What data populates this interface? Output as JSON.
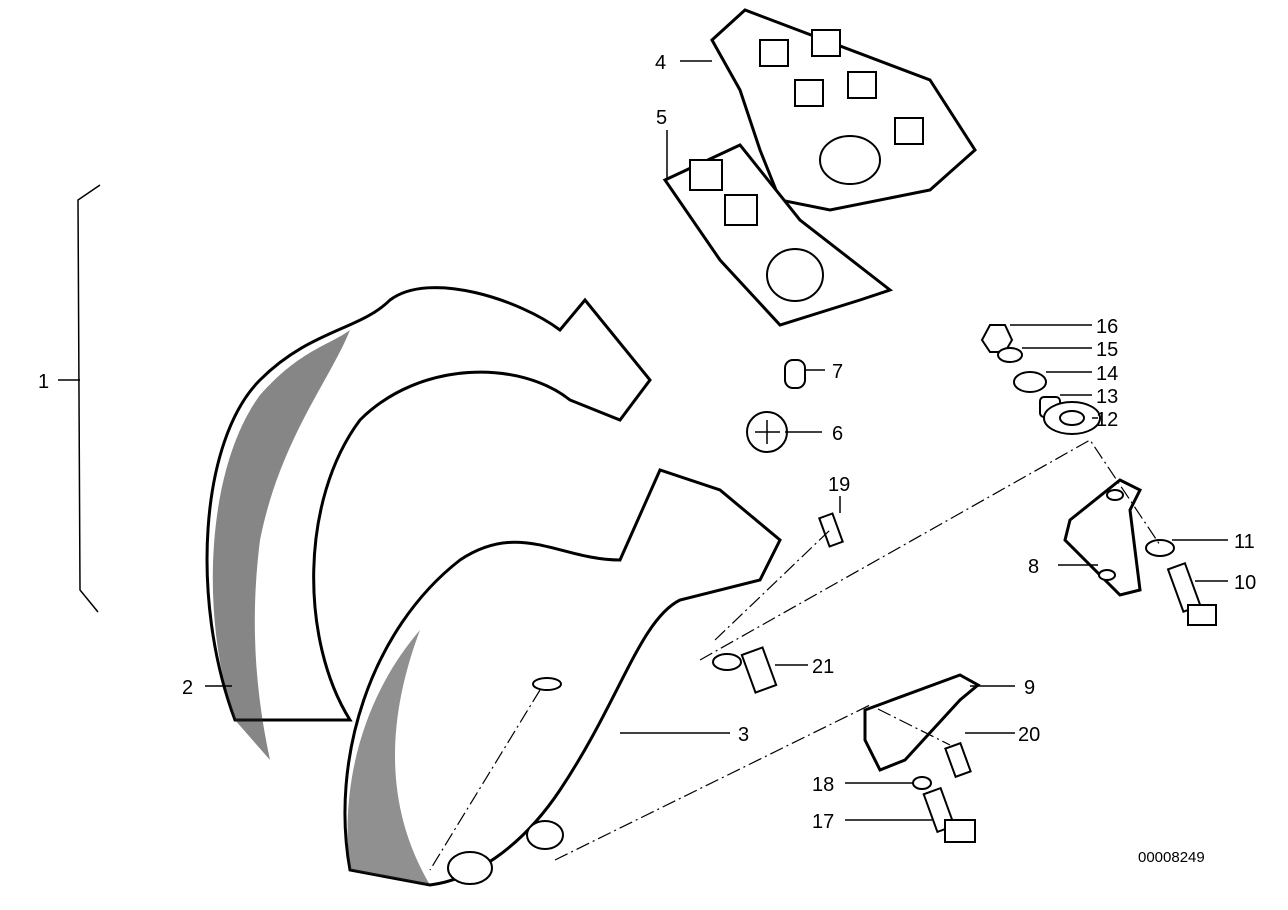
{
  "diagram": {
    "callouts": [
      "1",
      "2",
      "3",
      "4",
      "5",
      "6",
      "7",
      "8",
      "9",
      "10",
      "11",
      "12",
      "13",
      "14",
      "15",
      "16",
      "17",
      "18",
      "19",
      "20",
      "21"
    ],
    "drawing_id": "00008249"
  }
}
